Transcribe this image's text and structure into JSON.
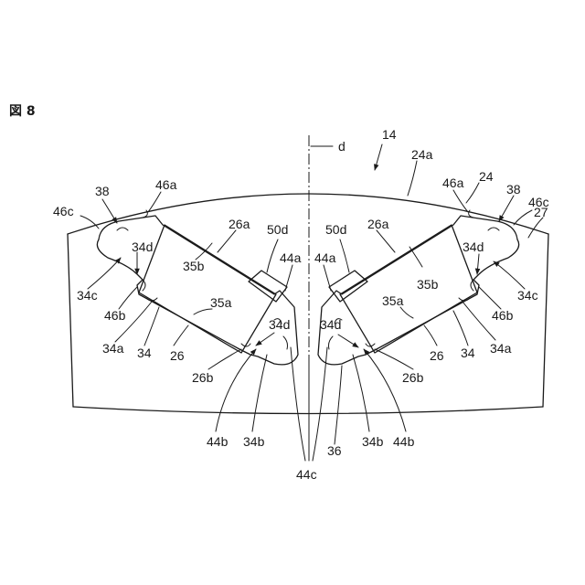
{
  "figure": {
    "title": "図 8"
  },
  "labels": {
    "n14": "14",
    "d": "d",
    "n24a": "24a",
    "n24": "24",
    "n27": "27",
    "n38": "38",
    "n46a": "46a",
    "n46c": "46c",
    "n34d": "34d",
    "n26a": "26a",
    "n50d": "50d",
    "n44a": "44a",
    "n35b": "35b",
    "n35a": "35a",
    "n34c": "34c",
    "n46b": "46b",
    "n34a": "34a",
    "n34": "34",
    "n26": "26",
    "n26b": "26b",
    "n44b": "44b",
    "n34b": "34b",
    "n36": "36",
    "n44c": "44c"
  }
}
